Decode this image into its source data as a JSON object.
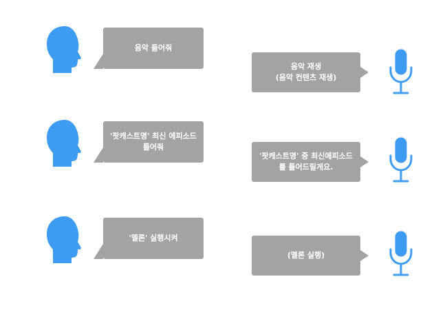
{
  "colors": {
    "head": "#3d9bf1",
    "mic": "#3d9bf1",
    "bubble": "#a3a3a3",
    "bubble_text": "#ffffff"
  },
  "icons": {
    "user": "person-head-icon",
    "assistant": "microphone-icon"
  },
  "exchanges": [
    {
      "user_text": "음악 들어줘",
      "response_text": "음악 재생\n(음악 컨텐츠 재생)"
    },
    {
      "user_text": "'팟캐스트명' 최신 에피소드\n틀어줘",
      "response_text": "'팟캐스트명' 중 최신에피소드\n를 틀어드릴게요."
    },
    {
      "user_text": "'멜론' 실행시켜",
      "response_text": "(멜론 실행)"
    }
  ]
}
